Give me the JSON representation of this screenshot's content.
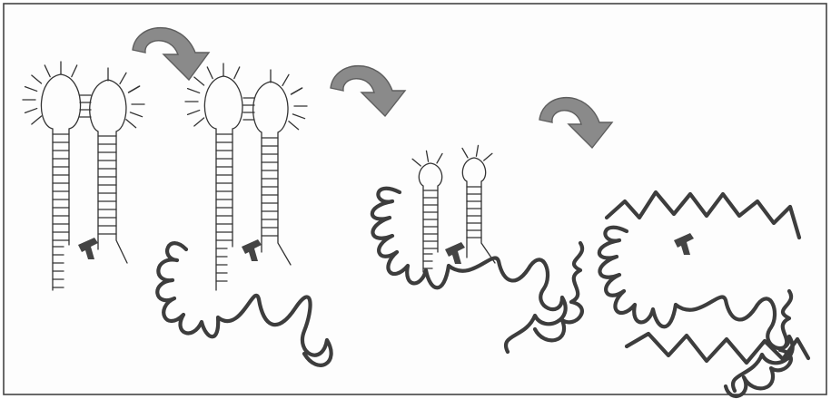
{
  "figure": {
    "stages": [
      {
        "name": "hairpin-pair-only"
      },
      {
        "name": "hairpin-pair-with-protein-coil"
      },
      {
        "name": "shrunken-hairpins-with-protein"
      },
      {
        "name": "protein-only"
      }
    ],
    "arrows": [
      {
        "name": "arrow-1"
      },
      {
        "name": "arrow-2"
      },
      {
        "name": "arrow-3"
      }
    ],
    "colors": {
      "line": "#333333",
      "protein": "#3d3d3d",
      "arrow_fill": "#8a8a8a",
      "ligand": "#444444",
      "background": "#fdfdfd"
    },
    "icons": [
      "curved-arrow-icon",
      "ligand-icon"
    ]
  }
}
